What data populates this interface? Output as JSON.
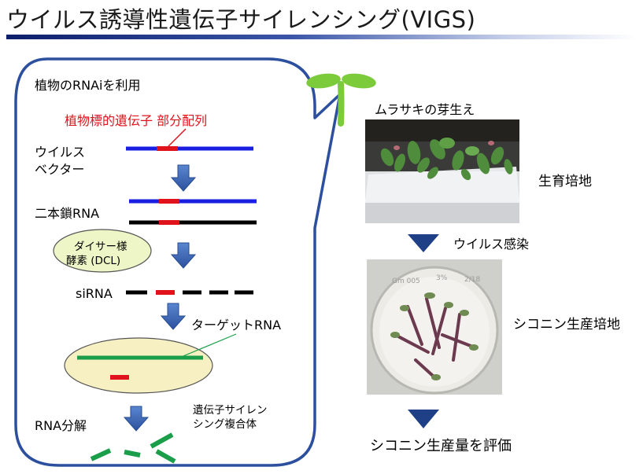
{
  "title": "ウイルス誘導性遺伝子サイレンシング(VIGS)",
  "left_panel": {
    "heading": "植物のRNAiを利用",
    "target_gene_label": "植物標的遺伝子 部分配列",
    "virus_vector_line1": "ウイルス",
    "virus_vector_line2": "ベクター",
    "dsrna_label": "二本鎖RNA",
    "dicer_line1": "ダイサー様",
    "dicer_line2": "酵素 (DCL)",
    "sirna_label": "siRNA",
    "target_rna_label": "ターゲットRNA",
    "risc_line1": "遺伝子サイレン",
    "risc_line2": "シング複合体",
    "degradation_label": "RNA分解"
  },
  "right_panel": {
    "seedling_label": "ムラサキの芽生え",
    "growth_medium_label": "生育培地",
    "infection_label": "ウイルス感染",
    "shikonin_medium_label": "シコニン生産培地",
    "evaluation_label": "シコニン生産量を評価",
    "dish_marks": [
      "Gm 005",
      "3%",
      "2/18"
    ]
  },
  "colors": {
    "vector_blue": "#1a1ee0",
    "insert_red": "#e0121b",
    "target_green": "#1a9e4a",
    "arrow_blue": "#3a66b8",
    "triangle_navy": "#1f3f86",
    "dicer_fill": "#eef5c6",
    "risc_fill": "#f6f0c2",
    "leaf_green": "#7ccb3a"
  }
}
